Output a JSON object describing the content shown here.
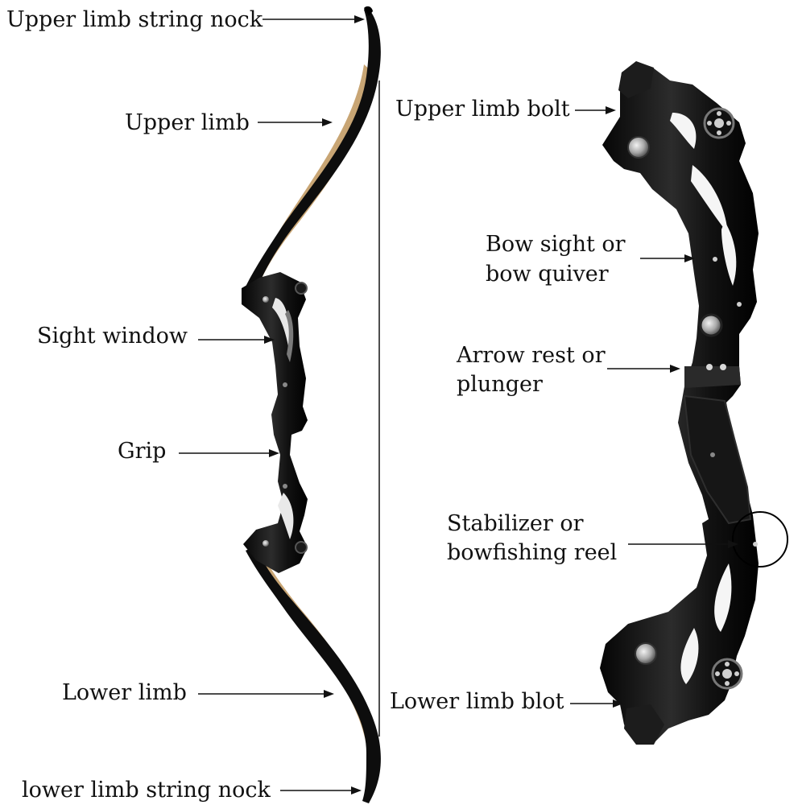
{
  "labels": {
    "upper_limb_string_nock": "Upper limb string nock",
    "upper_limb": "Upper limb",
    "sight_window": "Sight window",
    "grip": "Grip",
    "lower_limb": "Lower limb",
    "lower_limb_string_nock": "lower limb string nock",
    "upper_limb_bolt": "Upper limb bolt",
    "bow_sight_line1": "Bow sight or",
    "bow_sight_line2": "bow quiver",
    "arrow_rest_line1": "Arrow rest or",
    "arrow_rest_line2": "plunger",
    "stabilizer_line1": "Stabilizer or",
    "stabilizer_line2": "bowfishing reel",
    "lower_limb_blot": "Lower limb blot"
  },
  "colors": {
    "background": "#ffffff",
    "bow_black": "#111111",
    "limb_wood": "#c8a574",
    "metal_grey": "#3a3a3a",
    "bolt_silver": "#bdbdbd",
    "text": "#111111"
  }
}
